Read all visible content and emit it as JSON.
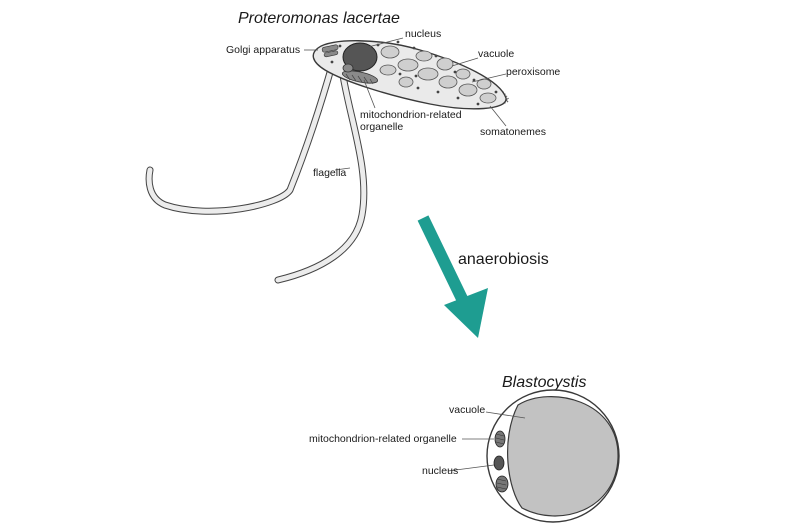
{
  "top_organism": {
    "title": "Proteromonas lacertae",
    "labels": {
      "golgi": "Golgi apparatus",
      "nucleus": "nucleus",
      "vacuole": "vacuole",
      "peroxisome": "peroxisome",
      "mito_line1": "mitochondrion-related",
      "mito_line2": "organelle",
      "somatonemes": "somatonemes",
      "flagella": "flagella"
    }
  },
  "transition": {
    "label": "anaerobiosis",
    "arrow_color": "#1e9d91"
  },
  "bottom_organism": {
    "title": "Blastocystis",
    "labels": {
      "vacuole": "vacuole",
      "mito": "mitochondrion-related organelle",
      "nucleus": "nucleus"
    }
  },
  "colors": {
    "cell_fill": "#eaeaea",
    "organelle_fill": "#cfcfcf",
    "nucleus_fill": "#555555",
    "outline": "#3a3a3a",
    "arrow": "#1e9d91"
  }
}
